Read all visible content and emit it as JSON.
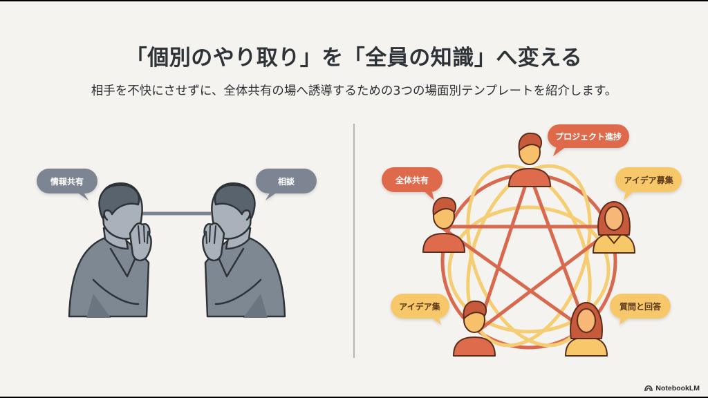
{
  "slide": {
    "title": "「個別のやり取り」を「全員の知識」へ変える",
    "subtitle": "相手を不快にさせずに、全体共有の場へ誘導するための3つの場面別テンプレートを紹介します。"
  },
  "left_panel": {
    "description": "Two people whispering to each other privately",
    "bubbles": [
      {
        "label": "情報共有",
        "color": "#7b8591"
      },
      {
        "label": "相談",
        "color": "#7b8591"
      }
    ],
    "figure_color": "#7e8893"
  },
  "right_panel": {
    "description": "Five people connected in a network star/circle",
    "bubbles": [
      {
        "label": "プロジェクト進捗",
        "color": "#de6b4c"
      },
      {
        "label": "全体共有",
        "color": "#de6b4c"
      },
      {
        "label": "アイデア募集",
        "color": "#f7c86a"
      },
      {
        "label": "アイデア集",
        "color": "#f7c86a"
      },
      {
        "label": "質問と回答",
        "color": "#f7c86a"
      }
    ],
    "colors": {
      "accent_red": "#de6b4c",
      "accent_yellow": "#f7c86a",
      "line_red": "#d9694e",
      "line_yellow": "#f5cd72"
    }
  },
  "brand": {
    "label": "NotebookLM",
    "icon": "notebooklm-logo-icon"
  }
}
